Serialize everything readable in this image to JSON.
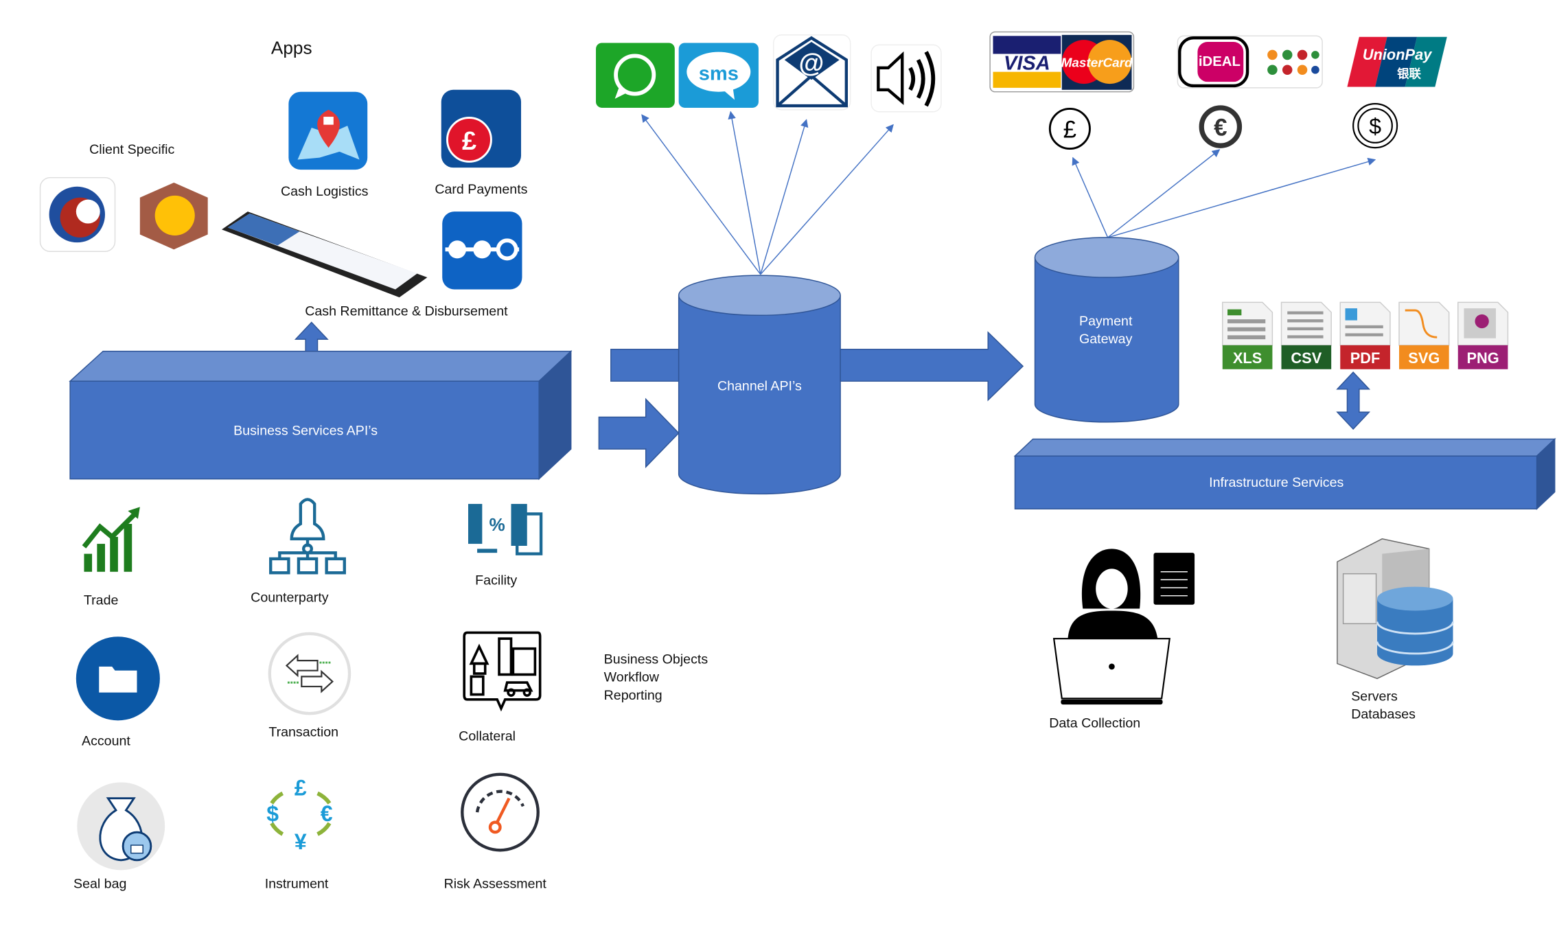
{
  "apps": {
    "title": "Apps",
    "client_specific": "Client Specific",
    "cash_logistics": "Cash Logistics",
    "card_payments": "Card Payments",
    "remittance": "Cash Remittance &  Disbursement"
  },
  "business_services": {
    "label": "Business Services API’s"
  },
  "channel": {
    "label": "Channel API’s",
    "channels": [
      {
        "icon": "whatsapp-icon",
        "color": "#1DA628"
      },
      {
        "icon": "sms-icon",
        "text": "sms",
        "color": "#1B9BD7"
      },
      {
        "icon": "email-icon",
        "symbol": "@",
        "color": "#0D3B73"
      },
      {
        "icon": "speaker-icon",
        "color": "#000000"
      }
    ]
  },
  "payment_gateway": {
    "line1": "Payment",
    "line2": "Gateway",
    "providers": {
      "visa": "VISA",
      "mastercard": "MasterCard",
      "ideal": "iDEAL",
      "unionpay": "UnionPay",
      "unionpay_cn": "银联"
    },
    "currencies": [
      "£",
      "€",
      "$"
    ]
  },
  "formats": [
    {
      "label": "XLS",
      "color": "#3E8E2E"
    },
    {
      "label": "CSV",
      "color": "#1F5E26"
    },
    {
      "label": "PDF",
      "color": "#C4242B"
    },
    {
      "label": "SVG",
      "color": "#F28C1E"
    },
    {
      "label": "PNG",
      "color": "#9C1F74"
    }
  ],
  "infrastructure": {
    "label": "Infrastructure Services"
  },
  "business_objects": {
    "items": [
      {
        "label": "Trade",
        "icon": "trade-chart-icon"
      },
      {
        "label": "Counterparty",
        "icon": "org-hierarchy-icon"
      },
      {
        "label": "Facility",
        "icon": "facility-percent-icon"
      },
      {
        "label": "Account",
        "icon": "folder-icon"
      },
      {
        "label": "Transaction",
        "icon": "exchange-arrows-icon"
      },
      {
        "label": "Collateral",
        "icon": "property-collateral-icon"
      },
      {
        "label": "Seal bag",
        "icon": "money-bag-lock-icon"
      },
      {
        "label": "Instrument",
        "icon": "currency-cycle-icon"
      },
      {
        "label": "Risk Assessment",
        "icon": "gauge-icon"
      }
    ],
    "notes": [
      "Business Objects",
      "Workflow",
      "Reporting"
    ],
    "instrument_symbols": [
      "£",
      "$",
      "€",
      "¥"
    ]
  },
  "data_collection": {
    "label": "Data Collection"
  },
  "servers": {
    "line1": "Servers",
    "line2": "Databases"
  },
  "colors": {
    "box_front": "#4472C4",
    "box_top": "#6A8FD0",
    "box_side": "#2F5597",
    "connector": "#4472C4"
  }
}
